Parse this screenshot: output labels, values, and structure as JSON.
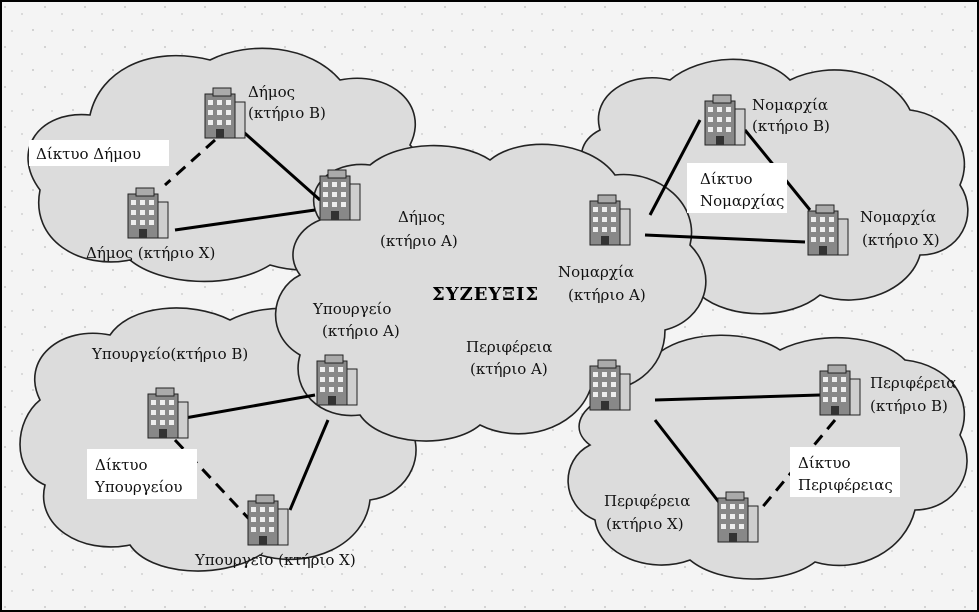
{
  "core_label": "ΣΥΖΕΥΞΙΣ",
  "clouds": {
    "dimos": "Δίκτυο Δήμου",
    "nomarchia": [
      "Δίκτυο",
      "Νομαρχίας"
    ],
    "ypourgeio": [
      "Δίκτυο",
      "Υπουργείου"
    ],
    "perifereia": [
      "Δίκτυο",
      "Περιφέρειας"
    ]
  },
  "buildings": {
    "dimos_a": [
      "Δήμος",
      "(κτήριο Α)"
    ],
    "dimos_b": [
      "Δήμος",
      "(κτήριο Β)"
    ],
    "dimos_x": "Δήμος (κτήριο Χ)",
    "nomarchia_a": [
      "Νομαρχία",
      "(κτήριο Α)"
    ],
    "nomarchia_b": [
      "Νομαρχία",
      "(κτήριο Β)"
    ],
    "nomarchia_x": [
      "Νομαρχία",
      "(κτήριο Χ)"
    ],
    "ypourgeio_a": [
      "Υπουργείο",
      "(κτήριο Α)"
    ],
    "ypourgeio_b": "Υπουργείο(κτήριο Β)",
    "ypourgeio_x": "Υπουργείο (κτήριο Χ)",
    "perifereia_a": [
      "Περιφέρεια",
      "(κτήριο Α)"
    ],
    "perifereia_b": [
      "Περιφέρεια",
      "(κτήριο Β)"
    ],
    "perifereia_x": [
      "Περιφέρεια",
      "(κτήριο Χ)"
    ]
  }
}
